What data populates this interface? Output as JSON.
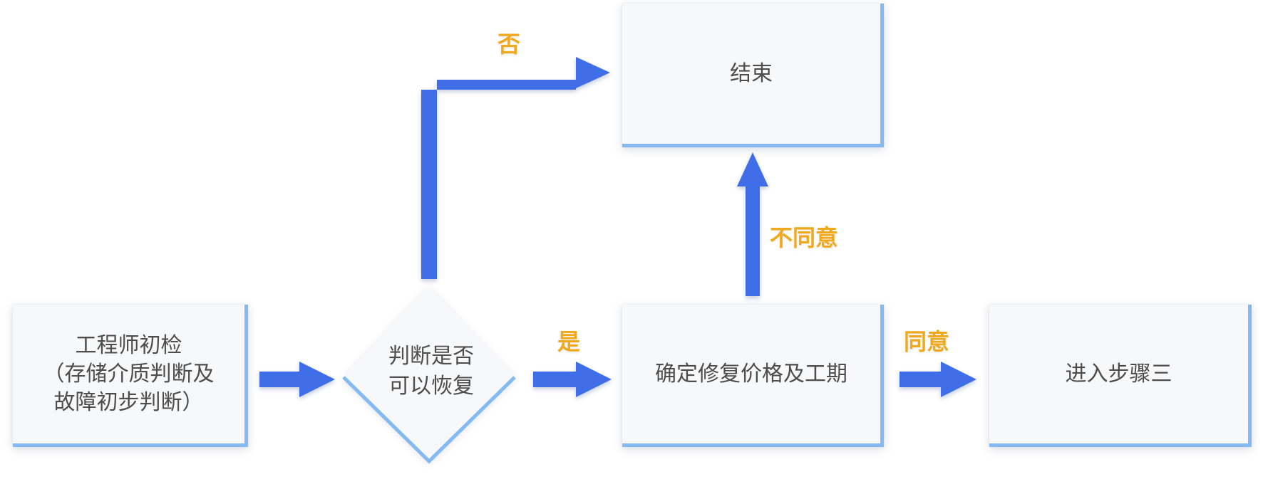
{
  "nodes": {
    "inspect": "工程师初检\n（存储介质判断及\n故障初步判断）",
    "decision": "判断是否\n可以恢复",
    "end": "结束",
    "price": "确定修复价格及工期",
    "step3": "进入步骤三"
  },
  "edges": {
    "no": "否",
    "yes": "是",
    "disagree": "不同意",
    "agree": "同意"
  },
  "colors": {
    "arrow": "#3f6ee8",
    "box_fill": "#f7f8fa",
    "box_accent": "#84b9f2",
    "label": "#f0a81c",
    "text": "#4d4d4d"
  }
}
